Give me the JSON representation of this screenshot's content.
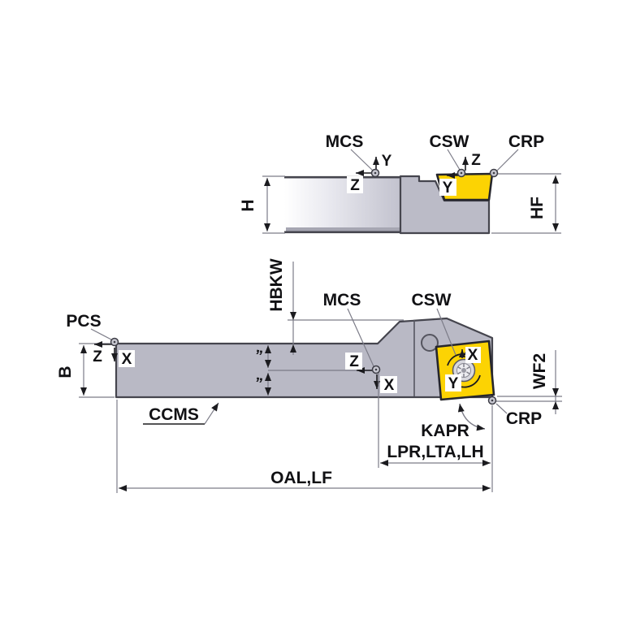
{
  "diagram": {
    "type": "technical-dimension-diagram",
    "subject": "lathe turning tool holder with indexable insert, two orthographic views",
    "colors": {
      "insert_yellow": "#fcd303",
      "body_gray": "#b9b9c5",
      "body_gray_head": "#bbbbc7",
      "outline": "#45454e",
      "dimension_line": "#7c7c88",
      "arrow_black": "#1b1b1f",
      "background": "#ffffff"
    },
    "side_view": {
      "labels": {
        "mcs": "MCS",
        "csw": "CSW",
        "crp": "CRP",
        "h": "H",
        "hf": "HF"
      },
      "axes": {
        "mcs_y": "Y",
        "mcs_z": "Z",
        "csw_z": "Z",
        "csw_y": "Y"
      }
    },
    "top_view": {
      "labels": {
        "pcs": "PCS",
        "mcs": "MCS",
        "csw": "CSW",
        "crp": "CRP",
        "ccms": "CCMS",
        "kapr": "KAPR",
        "hbkw": "HBKW",
        "b": "B",
        "wf2": "WF2",
        "lpr_lta_lh": "LPR,LTA,LH",
        "oal_lf": "OAL,LF"
      },
      "axes": {
        "pcs_z": "Z",
        "pcs_x": "X",
        "mcs_z": "Z",
        "mcs_x": "X",
        "csw_x": "X",
        "csw_y": "Y"
      },
      "equal_mark": "”"
    }
  }
}
